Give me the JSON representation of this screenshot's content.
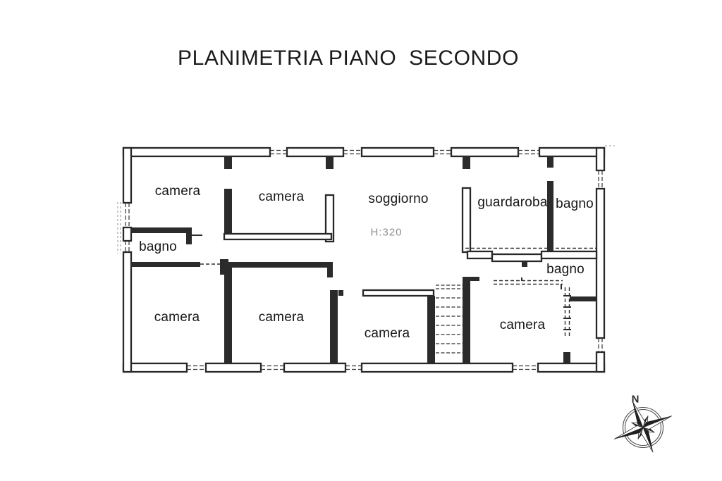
{
  "title": "PLANIMETRIA PIANO  SECONDO",
  "plan": {
    "height_annotation": "H:320",
    "rooms": [
      {
        "id": "camera-top-left",
        "label": "camera"
      },
      {
        "id": "camera-top-middle",
        "label": "camera"
      },
      {
        "id": "soggiorno",
        "label": "soggiorno"
      },
      {
        "id": "guardaroba",
        "label": "guardaroba"
      },
      {
        "id": "bagno-top-right",
        "label": "bagno"
      },
      {
        "id": "bagno-left",
        "label": "bagno"
      },
      {
        "id": "camera-bottom-left",
        "label": "camera"
      },
      {
        "id": "camera-bottom-middle",
        "label": "camera"
      },
      {
        "id": "camera-bottom-center",
        "label": "camera"
      },
      {
        "id": "bagno-middle-right",
        "label": "bagno"
      },
      {
        "id": "camera-bottom-right",
        "label": "camera"
      }
    ]
  },
  "compass": {
    "north_label": "N"
  },
  "colors": {
    "ink": "#2b2b2b",
    "faded_ink": "#8f8f8f",
    "background": "#ffffff"
  }
}
